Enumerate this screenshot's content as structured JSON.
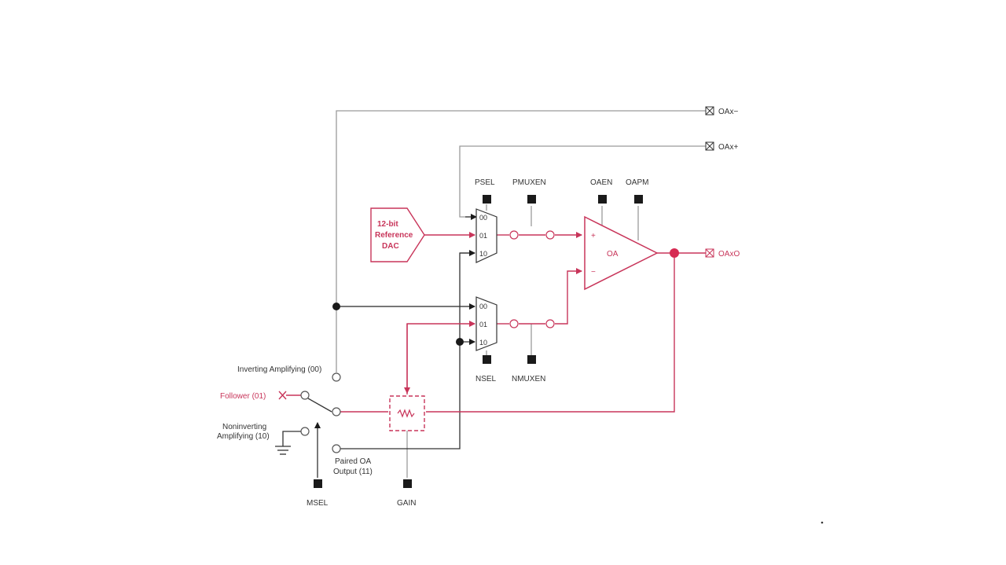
{
  "pins": {
    "oax_minus": "OAx−",
    "oax_plus": "OAx+",
    "oax_out": "OAxO"
  },
  "controls": {
    "psel": "PSEL",
    "pmuxen": "PMUXEN",
    "oaen": "OAEN",
    "oapm": "OAPM",
    "nsel": "NSEL",
    "nmuxen": "NMUXEN",
    "msel": "MSEL",
    "gain": "GAIN"
  },
  "dac": {
    "line1": "12-bit",
    "line2": "Reference",
    "line3": "DAC"
  },
  "opamp": {
    "label": "OA",
    "plus": "+",
    "minus": "−"
  },
  "mux_inputs": {
    "p00": "00",
    "p01": "01",
    "p10": "10",
    "n00": "00",
    "n01": "01",
    "n10": "10"
  },
  "modes": {
    "inverting": "Inverting Amplifying (00)",
    "follower": "Follower (01)",
    "noninverting_line1": "Noninverting",
    "noninverting_line2": "Amplifying (10)",
    "paired_line1": "Paired OA",
    "paired_line2": "Output (11)"
  },
  "colors": {
    "accent_red": "#c8355a",
    "wire_gray": "#9a9a9a",
    "wire_dark": "#333333"
  }
}
